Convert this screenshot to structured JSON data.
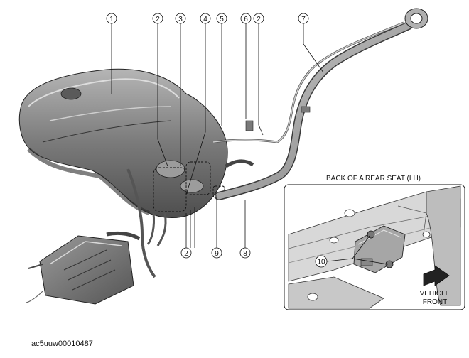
{
  "callouts": [
    "1",
    "2",
    "3",
    "4",
    "5",
    "6",
    "2",
    "7",
    "2",
    "9",
    "8",
    "10"
  ],
  "inset": {
    "title": "BACK OF A REAR SEAT (LH)",
    "direction_label_line1": "VEHICLE",
    "direction_label_line2": "FRONT",
    "arrow_icon": "direction-arrow-icon"
  },
  "figure_code": "ac5uuw00010487",
  "colors": {
    "part_fill": "#8c8c8c",
    "part_dark": "#4a4a4a",
    "part_light": "#c8c8c8",
    "line": "#111111"
  }
}
